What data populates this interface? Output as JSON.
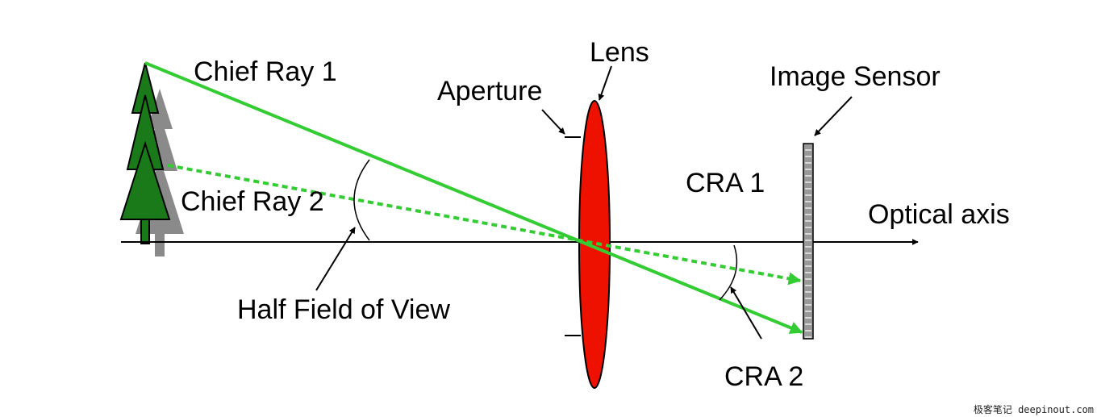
{
  "labels": {
    "chief_ray_1": "Chief Ray 1",
    "chief_ray_2": "Chief Ray 2",
    "half_fov": "Half Field of View",
    "aperture": "Aperture",
    "lens": "Lens",
    "image_sensor": "Image Sensor",
    "cra_1": "CRA 1",
    "cra_2": "CRA 2",
    "optical_axis": "Optical axis"
  },
  "watermark": "极客笔记 deepinout.com",
  "colors": {
    "ray": "#33cc33",
    "lens": "#ee1100",
    "tree": "#1a7a1a",
    "tree_shadow": "#8a8a8a",
    "trunk": "#1a6a1a",
    "sensor": "#999999"
  }
}
